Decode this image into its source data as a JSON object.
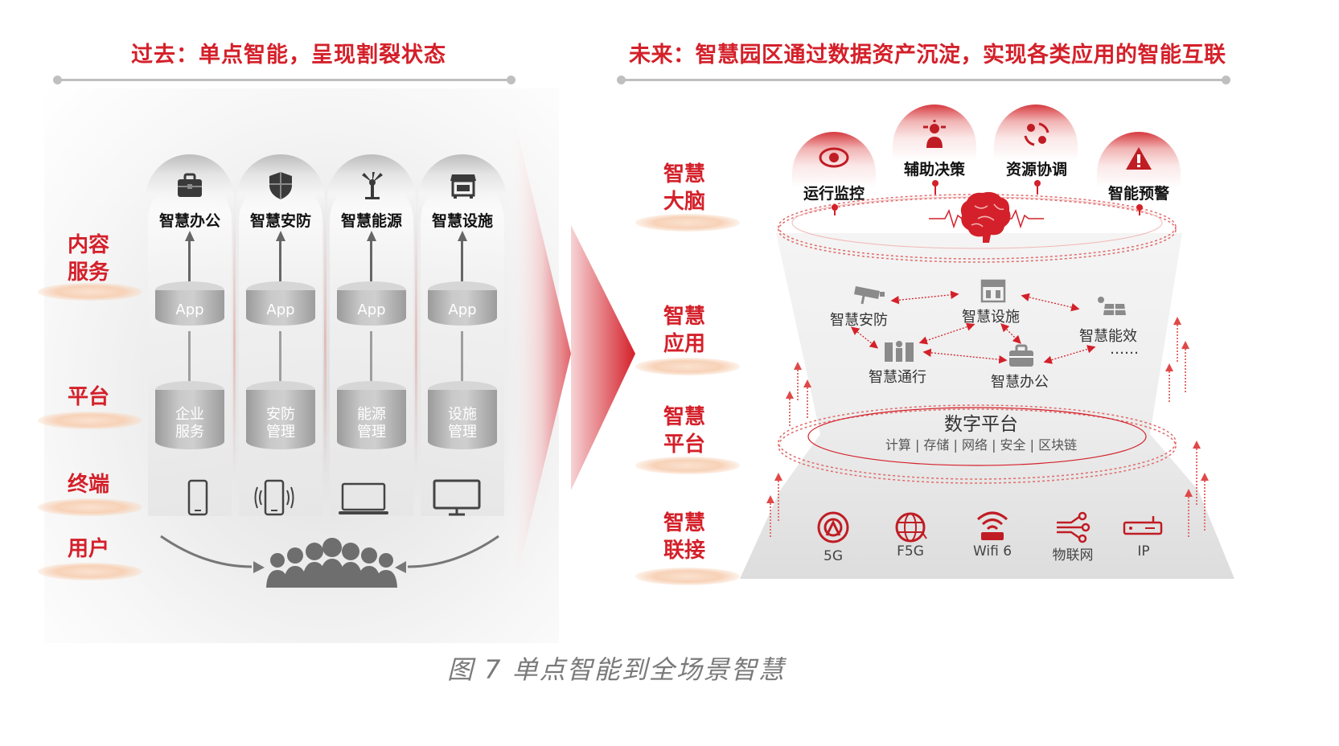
{
  "left_title": "过去：单点智能，呈现割裂状态",
  "right_title": "未来：智慧园区通过数据资产沉淀，实现各类应用的智能互联",
  "left_rows": [
    {
      "line1": "内容",
      "line2": "服务"
    },
    {
      "line1": "平台",
      "line2": ""
    },
    {
      "line1": "终端",
      "line2": ""
    },
    {
      "line1": "用户",
      "line2": ""
    }
  ],
  "left_services": [
    "智慧办公",
    "智慧安防",
    "智慧能源",
    "智慧设施"
  ],
  "app_label": "App",
  "platform_items": [
    {
      "line1": "企业",
      "line2": "服务"
    },
    {
      "line1": "安防",
      "line2": "管理"
    },
    {
      "line1": "能源",
      "line2": "管理"
    },
    {
      "line1": "设施",
      "line2": "管理"
    }
  ],
  "terminal_icons": [
    "phone-icon",
    "vibrating-phone-icon",
    "laptop-icon",
    "monitor-icon"
  ],
  "right_rows": [
    {
      "line1": "智慧",
      "line2": "大脑"
    },
    {
      "line1": "智慧",
      "line2": "应用"
    },
    {
      "line1": "智慧",
      "line2": "平台"
    },
    {
      "line1": "智慧",
      "line2": "联接"
    }
  ],
  "brain_functions": [
    "运行监控",
    "辅助决策",
    "资源协调",
    "智能预警"
  ],
  "apps": [
    "智慧安防",
    "智慧设施",
    "智慧能效",
    "智慧通行",
    "智慧办公"
  ],
  "apps_more": "……",
  "digital_platform": {
    "title": "数字平台",
    "subtitle": "计算 | 存储 | 网络 | 安全 | 区块链"
  },
  "network": [
    {
      "label": "5G",
      "icon": "5g-antenna-icon"
    },
    {
      "label": "F5G",
      "icon": "globe-icon"
    },
    {
      "label": "Wifi 6",
      "icon": "wifi-icon"
    },
    {
      "label": "物联网",
      "icon": "iot-icon"
    },
    {
      "label": "IP",
      "icon": "router-icon"
    }
  ],
  "caption": "图 7 单点智能到全场景智慧",
  "colors": {
    "accent": "#d4202a",
    "gray": "#bfbfbf"
  }
}
